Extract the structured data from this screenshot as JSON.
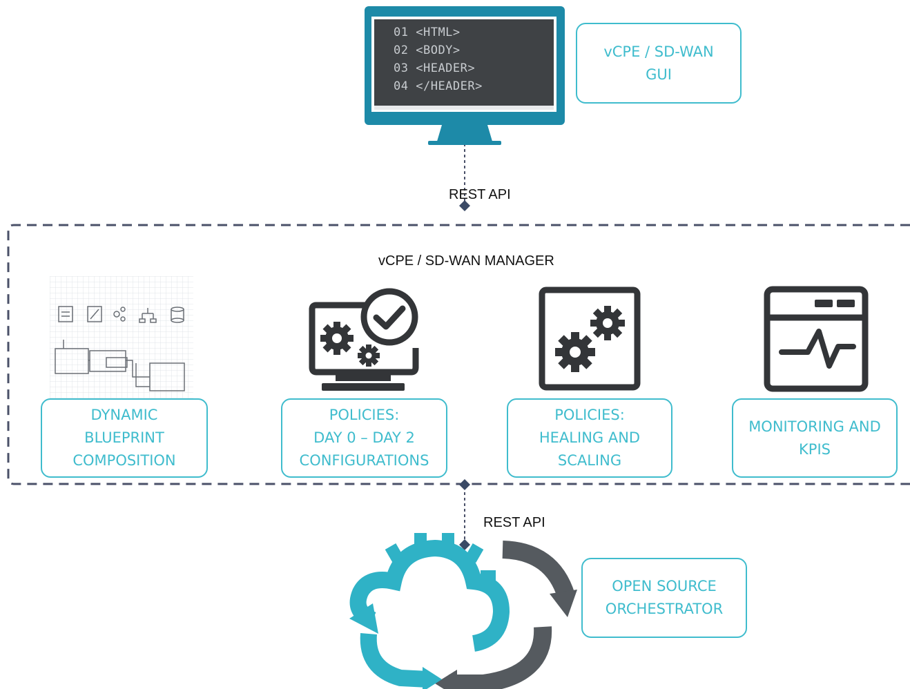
{
  "gui": {
    "code_lines": [
      {
        "num": "01",
        "text": "<HTML>"
      },
      {
        "num": "02",
        "text": "<BODY>"
      },
      {
        "num": "03",
        "text": "<HEADER>"
      },
      {
        "num": "04",
        "text": "</HEADER>"
      }
    ],
    "label_lines": [
      "vCPE / SD-WAN",
      "GUI"
    ]
  },
  "rest_api_top": "REST API",
  "manager": {
    "title": "vCPE / SD-WAN MANAGER",
    "modules": [
      {
        "lines": [
          "DYNAMIC",
          "BLUEPRINT",
          "COMPOSITION"
        ],
        "icon": "blueprint-editor-icon"
      },
      {
        "lines": [
          "POLICIES:",
          "DAY 0 – DAY 2",
          "CONFIGURATIONS"
        ],
        "icon": "monitor-gears-check-icon"
      },
      {
        "lines": [
          "POLICIES:",
          "HEALING AND",
          "SCALING"
        ],
        "icon": "gears-window-icon"
      },
      {
        "lines": [
          "MONITORING AND",
          "KPIS"
        ],
        "icon": "heartbeat-window-icon"
      }
    ]
  },
  "rest_api_bottom": "REST API",
  "orchestrator": {
    "label_lines": [
      "OPEN SOURCE",
      "ORCHESTRATOR"
    ],
    "icon": "cloud-gear-cycle-icon"
  },
  "colors": {
    "accent": "#3fbccd",
    "dark": "#333538",
    "dashed": "#4a5068",
    "screen_frame": "#1d8aa8"
  }
}
